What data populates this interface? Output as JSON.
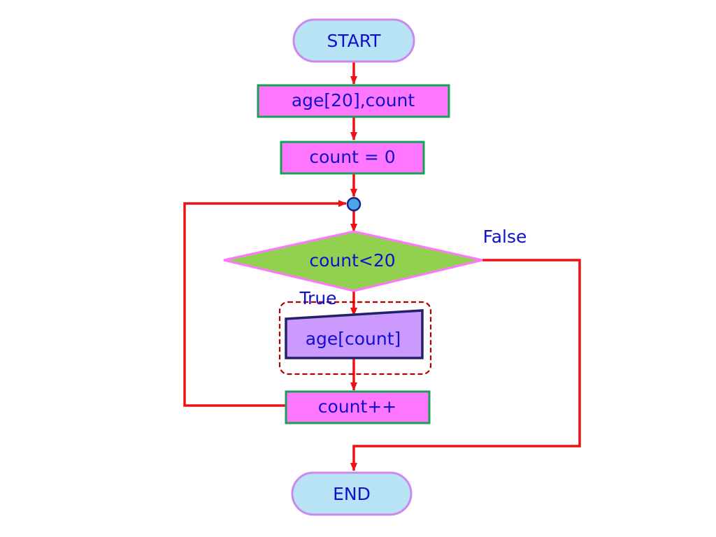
{
  "flowchart": {
    "start": {
      "label": "START"
    },
    "declare": {
      "label": "age[20],count"
    },
    "init": {
      "label": "count = 0"
    },
    "condition": {
      "label": "count<20"
    },
    "input": {
      "label": "age[count]"
    },
    "increment": {
      "label": "count++"
    },
    "end": {
      "label": "END"
    },
    "edge_labels": {
      "true": "True",
      "false": "False"
    }
  },
  "colors": {
    "terminator_fill": "#b8e3f4",
    "terminator_stroke": "#cc88ee",
    "process_fill": "#ff77ff",
    "process_stroke": "#1aa055",
    "decision_fill": "#92d050",
    "decision_stroke": "#ff77ff",
    "input_fill": "#cc99ff",
    "input_stroke": "#222266",
    "connector_fill": "#4aa8e8",
    "connector_stroke": "#1a237e",
    "arrow": "#ee1111",
    "group_border": "#b00000",
    "text": "#1010cc"
  }
}
